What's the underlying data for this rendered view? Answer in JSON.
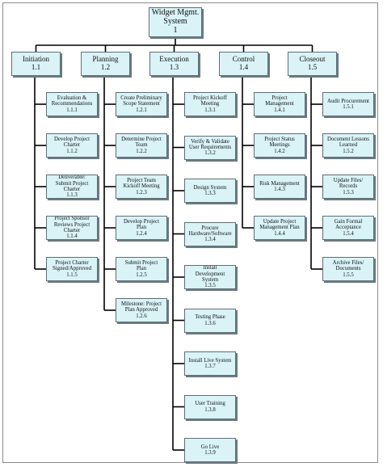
{
  "root": {
    "title": "Widget Mgmt.\nSystem",
    "code": "1"
  },
  "phases": [
    {
      "title": "Initiation",
      "code": "1.1",
      "tasks": [
        {
          "title": "Evaluation &\nRecommendations",
          "code": "1.1.1"
        },
        {
          "title": "Develop Project\nCharter",
          "code": "1.1.2"
        },
        {
          "title": "Deliverable:\nSubmit Project\nCharter",
          "code": "1.1.3"
        },
        {
          "title": "Project Sponsor\nReviews Project\nCharter",
          "code": "1.1.4"
        },
        {
          "title": "Project Charter\nSigned/Approved",
          "code": "1.1.5"
        }
      ]
    },
    {
      "title": "Planning",
      "code": "1.2",
      "tasks": [
        {
          "title": "Create Preliminary\nScope Statement",
          "code": "1.2.1"
        },
        {
          "title": "Determine Project\nTeam",
          "code": "1.2.2"
        },
        {
          "title": "Project Team\nKickoff Meeting",
          "code": "1.2.3"
        },
        {
          "title": "Develop Project\nPlan",
          "code": "1.2.4"
        },
        {
          "title": "Submit Project\nPlan",
          "code": "1.2.5"
        },
        {
          "title": "Milestone: Project\nPlan Approved",
          "code": "1.2.6"
        }
      ]
    },
    {
      "title": "Execution",
      "code": "1.3",
      "tasks": [
        {
          "title": "Project Kickoff\nMeeting",
          "code": "1.3.1"
        },
        {
          "title": "Verify & Validate\nUser Requirements",
          "code": "1.3.2"
        },
        {
          "title": "Design System",
          "code": "1.3.3"
        },
        {
          "title": "Procure\nHardware/Software",
          "code": "1.3.4"
        },
        {
          "title": "Install\nDevelopment\nSystem",
          "code": "1.3.5"
        },
        {
          "title": "Testing Phase",
          "code": "1.3.6"
        },
        {
          "title": "Install Live System",
          "code": "1.3.7"
        },
        {
          "title": "User Training",
          "code": "1.3.8"
        },
        {
          "title": "Go Live",
          "code": "1.3.9"
        }
      ]
    },
    {
      "title": "Control",
      "code": "1.4",
      "tasks": [
        {
          "title": "Project\nManagement",
          "code": "1.4.1"
        },
        {
          "title": "Project Status\nMeetings",
          "code": "1.4.2"
        },
        {
          "title": "Risk Management",
          "code": "1.4.3"
        },
        {
          "title": "Update Project\nManagement Plan",
          "code": "1.4.4"
        }
      ]
    },
    {
      "title": "Closeout",
      "code": "1.5",
      "tasks": [
        {
          "title": "Audit Procurement",
          "code": "1.5.1"
        },
        {
          "title": "Document Lessons\nLearned",
          "code": "1.5.2"
        },
        {
          "title": "Update Files/\nRecords",
          "code": "1.5.3"
        },
        {
          "title": "Gain Formal\nAcceptance",
          "code": "1.5.4"
        },
        {
          "title": "Archive Files/\nDocuments",
          "code": "1.5.5"
        }
      ]
    }
  ]
}
